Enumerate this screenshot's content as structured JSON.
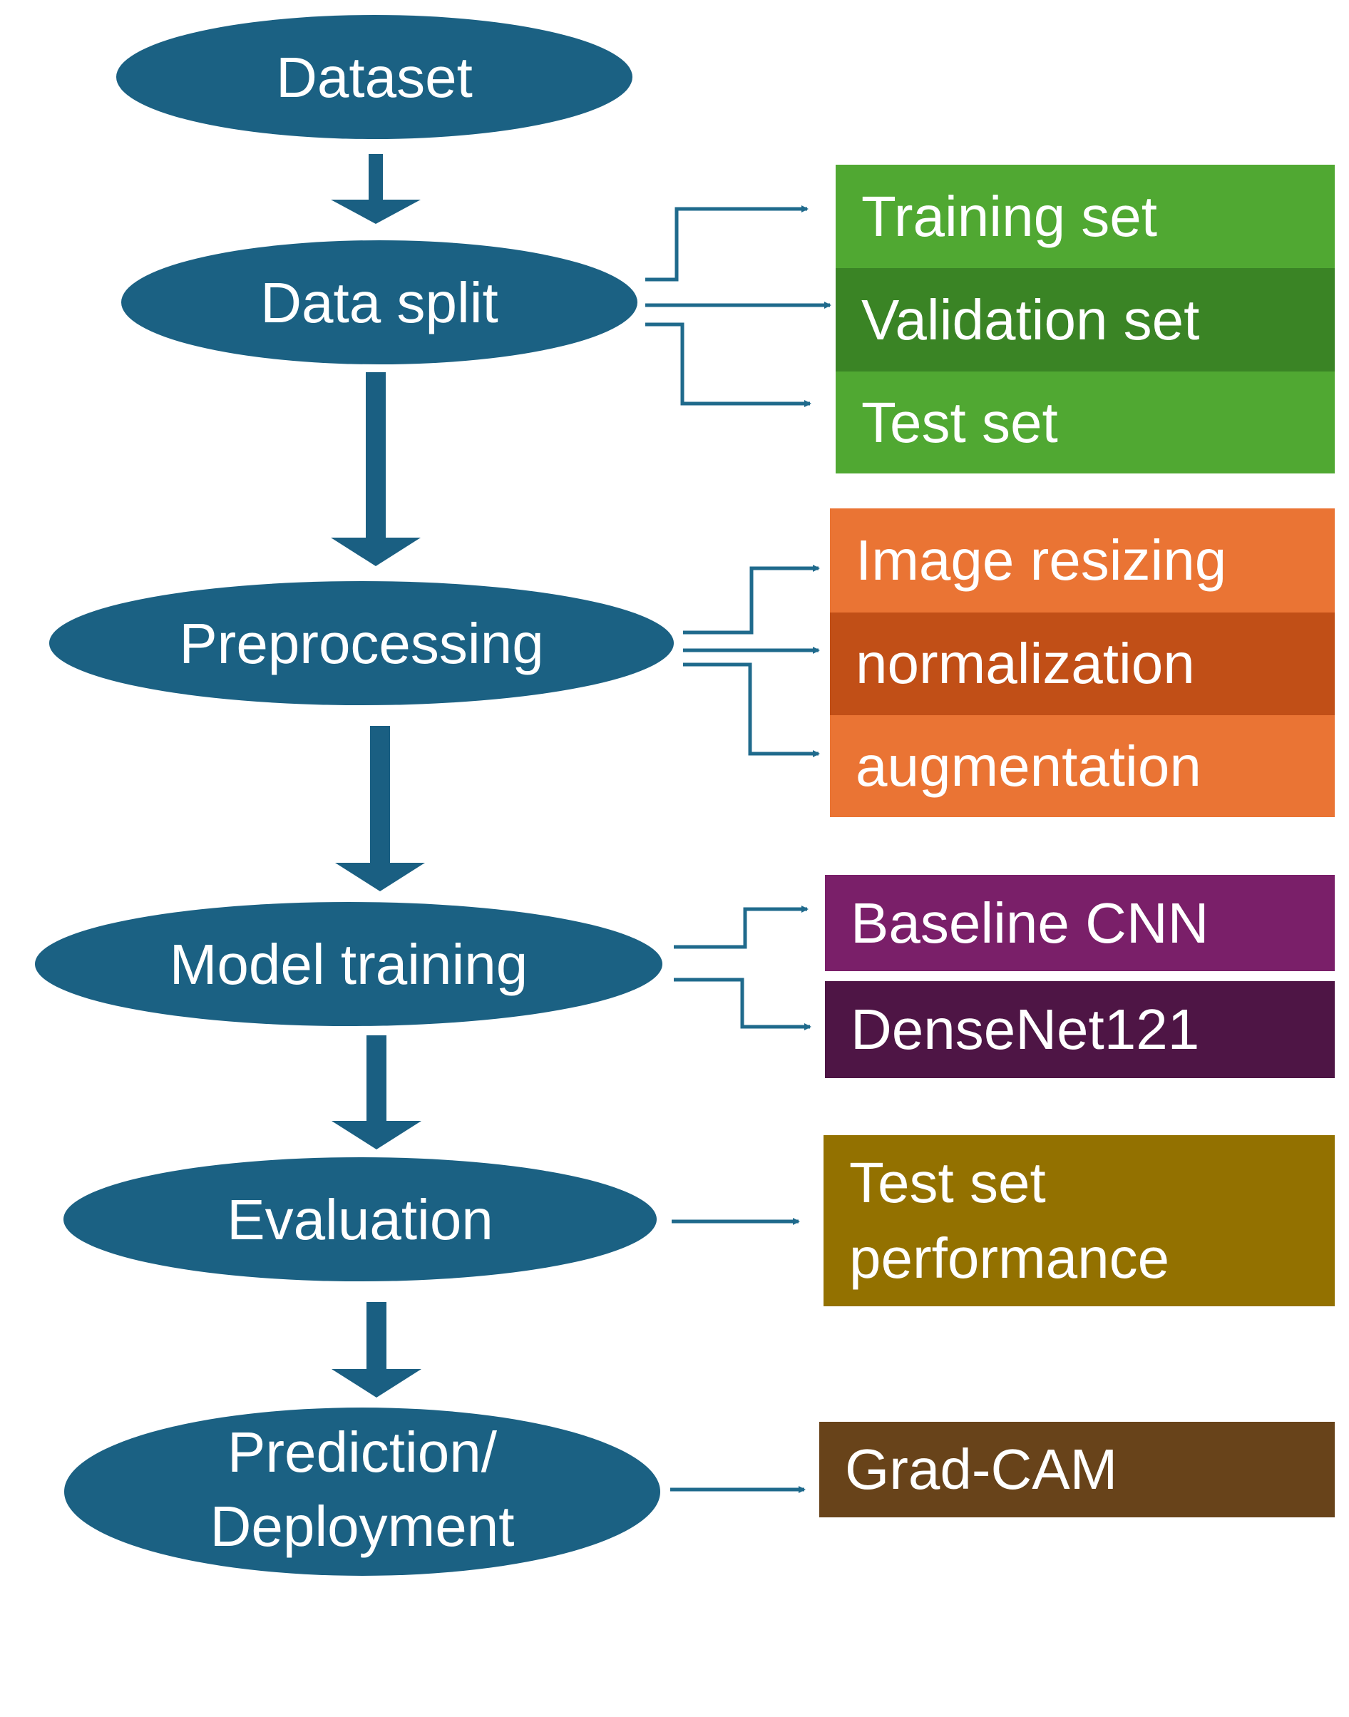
{
  "colors": {
    "node": "#1b6183",
    "arrow": "#1a5f82",
    "connector": "#1f6a8c",
    "data_split_light": "#50a832",
    "data_split_dark": "#3a8425",
    "preprocessing_light": "#ea7434",
    "preprocessing_dark": "#c14f17",
    "model_training_light": "#7a1f69",
    "model_training_dark": "#4e1545",
    "evaluation": "#937100",
    "prediction": "#68431a"
  },
  "nodes": {
    "dataset": "Dataset",
    "data_split": "Data split",
    "preprocessing": "Preprocessing",
    "model_training": "Model training",
    "evaluation": "Evaluation",
    "prediction_line1": "Prediction/",
    "prediction_line2": "Deployment"
  },
  "outputs": {
    "data_split": [
      "Training set",
      "Validation set",
      "Test set"
    ],
    "preprocessing": [
      "Image resizing",
      "normalization",
      "augmentation"
    ],
    "model_training": [
      "Baseline CNN",
      "DenseNet121"
    ],
    "evaluation_line1": "Test set",
    "evaluation_line2": "performance",
    "prediction": "Grad-CAM"
  }
}
